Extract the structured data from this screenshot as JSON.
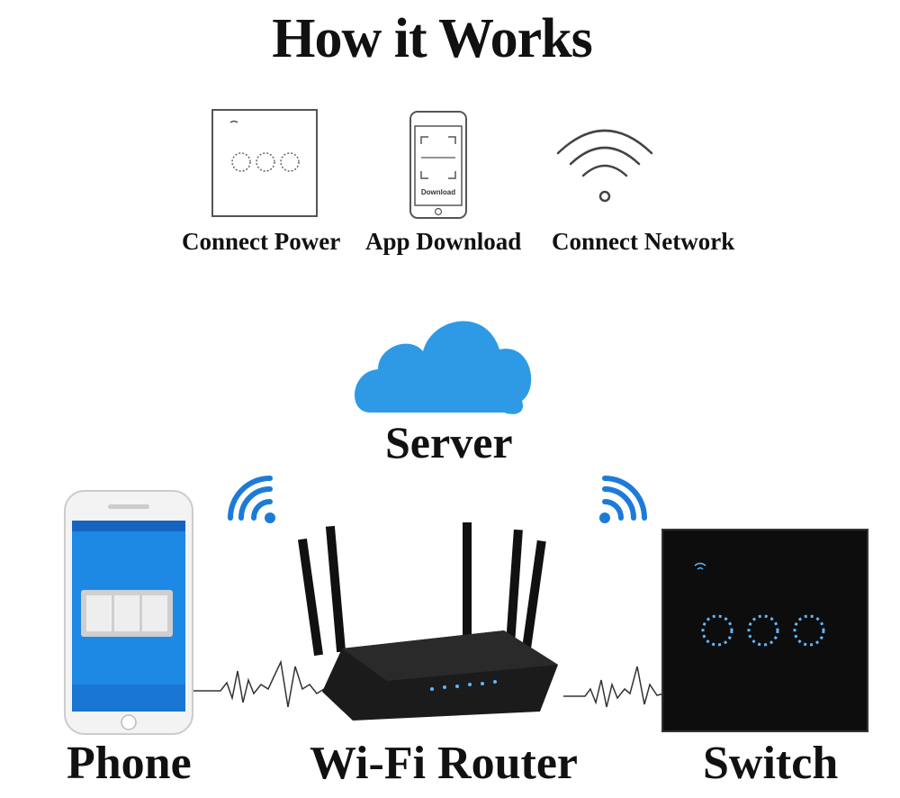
{
  "title": "How it Works",
  "steps": [
    {
      "label": "Connect Power",
      "icon": "switch-panel-icon"
    },
    {
      "label": "App Download",
      "icon": "phone-download-icon",
      "screen_text": "Download"
    },
    {
      "label": "Connect Network",
      "icon": "wifi-icon"
    }
  ],
  "server": {
    "label": "Server",
    "icon": "cloud-icon",
    "color": "#2e9ae6"
  },
  "devices": [
    {
      "label": "Phone",
      "icon": "smartphone-icon"
    },
    {
      "label": "Wi-Fi Router",
      "icon": "router-icon"
    },
    {
      "label": "Switch",
      "icon": "touch-switch-icon"
    }
  ],
  "colors": {
    "wifi_signal": "#1d7bd8",
    "switch_glow": "#5fb6ff",
    "phone_screen": "#1e88e5"
  }
}
